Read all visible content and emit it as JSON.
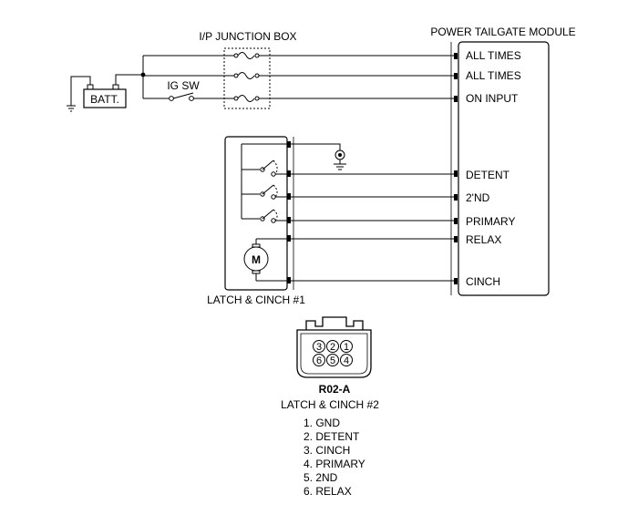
{
  "labels": {
    "jbox": "I/P JUNCTION BOX",
    "module": "POWER TAILGATE MODULE",
    "batt": "BATT.",
    "igsw": "IG SW",
    "latch1": "LATCH & CINCH #1",
    "motor": "M"
  },
  "module_pins": [
    "ALL TIMES",
    "ALL TIMES",
    "ON INPUT",
    "DETENT",
    "2'ND",
    "PRIMARY",
    "RELAX",
    "CINCH"
  ],
  "connector": {
    "id": "R02-A",
    "name": "LATCH & CINCH #2",
    "pin_numbers": [
      "3",
      "2",
      "1",
      "6",
      "5",
      "4"
    ],
    "pins": [
      "1. GND",
      "2. DETENT",
      "3. CINCH",
      "4. PRIMARY",
      "5. 2ND",
      "6. RELAX"
    ]
  }
}
